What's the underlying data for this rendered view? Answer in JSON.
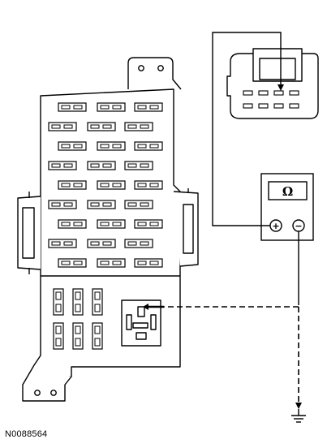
{
  "figure": {
    "id": "N0088564"
  },
  "meter": {
    "display_symbol": "Ω",
    "positive_terminal": "+",
    "negative_terminal": "−"
  },
  "colors": {
    "line": "#000000",
    "fill": "#ffffff",
    "background": "#ffffff"
  },
  "icons": [
    "fuse-junction-box",
    "connector",
    "ohmmeter",
    "ground-symbol"
  ]
}
